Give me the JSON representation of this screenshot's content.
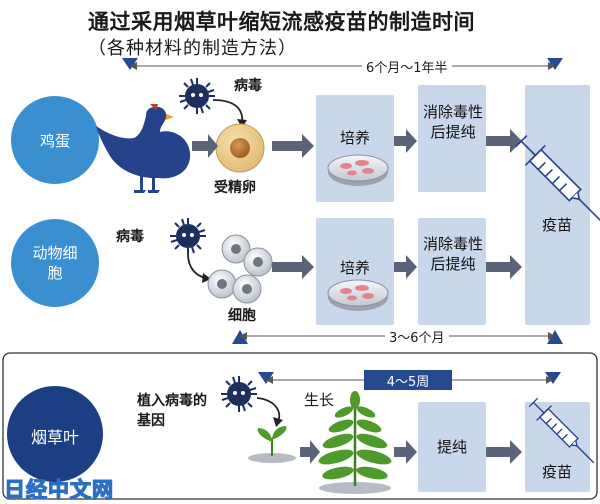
{
  "title": "通过采用烟草叶缩短流感疫苗的制造时间",
  "subtitle": "（各种材料的制造方法）",
  "rows": {
    "egg": {
      "label": "鸡蛋",
      "virus_label": "病毒",
      "product_label": "受精卵",
      "culture_label": "培养",
      "purify_label": "消除毒性后提纯"
    },
    "animal_cell": {
      "label": "动物细胞",
      "virus_label": "病毒",
      "product_label": "细胞",
      "culture_label": "培养",
      "purify_label": "消除毒性后提纯"
    },
    "vaccine_label": "疫苗",
    "tobacco": {
      "label": "烟草叶",
      "virus_gene_label": "植入病毒的基因",
      "grow_label": "生长",
      "purify_label": "提纯",
      "vaccine_label": "疫苗"
    }
  },
  "durations": {
    "egg": "6个月～1年半",
    "animal_cell": "3～6个月",
    "tobacco": "4～5周"
  },
  "watermark": "日经中文网",
  "colors": {
    "step_box": "#c9d7ea",
    "arrow": "#5b6378",
    "row_circle": "#3a8fd0",
    "tobacco_circle": "#1b3f82",
    "marker": "#254a8e",
    "leaf": "#4e9a2a"
  }
}
